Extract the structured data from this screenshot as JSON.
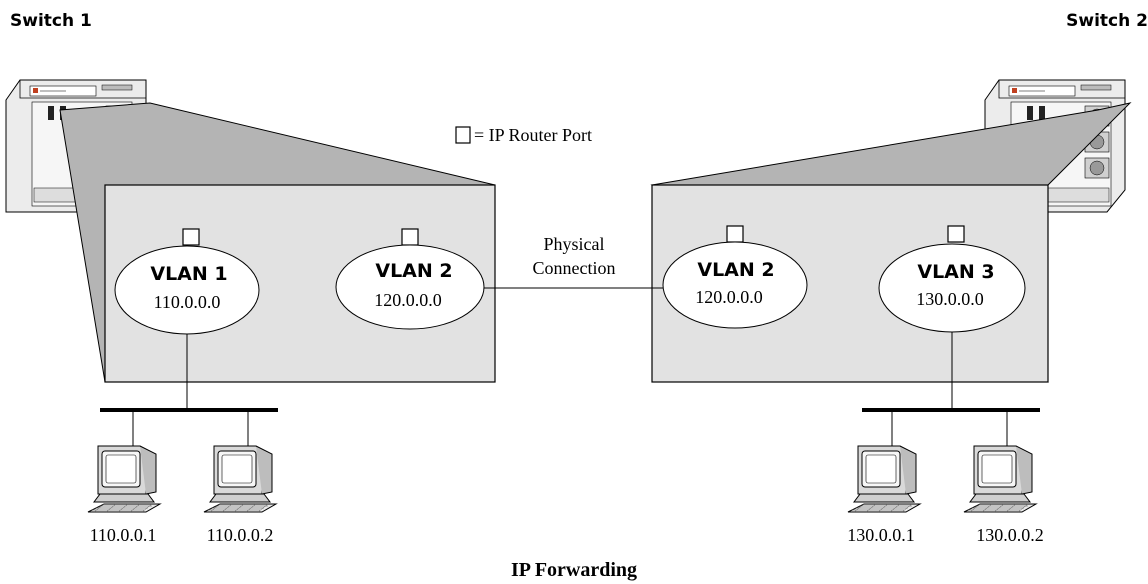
{
  "switches": [
    {
      "label": "Switch 1"
    },
    {
      "label": "Switch 2"
    }
  ],
  "legend": {
    "text": "= IP Router Port"
  },
  "connection": {
    "line1": "Physical",
    "line2": "Connection"
  },
  "vlans": [
    {
      "name": "VLAN 1",
      "subnet": "110.0.0.0"
    },
    {
      "name": "VLAN 2",
      "subnet": "120.0.0.0"
    },
    {
      "name": "VLAN 2",
      "subnet": "120.0.0.0"
    },
    {
      "name": "VLAN 3",
      "subnet": "130.0.0.0"
    }
  ],
  "hosts": [
    {
      "ip": "110.0.0.1"
    },
    {
      "ip": "110.0.0.2"
    },
    {
      "ip": "130.0.0.1"
    },
    {
      "ip": "130.0.0.2"
    }
  ],
  "caption": "IP Forwarding",
  "colors": {
    "panel": "#e2e2e2",
    "funnel": "#b4b4b4",
    "line": "#000000"
  }
}
